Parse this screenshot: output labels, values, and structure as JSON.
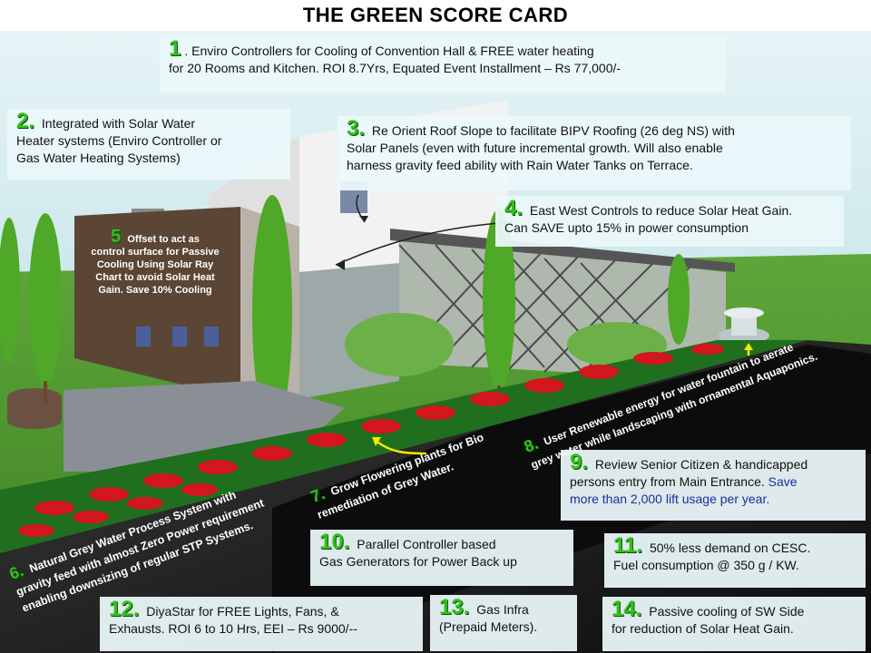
{
  "title": "THE GREEN SCORE CARD",
  "callouts": [
    {
      "num": "1",
      "sep": ".",
      "l1": "Enviro Controllers for Cooling of Convention Hall & FREE water heating",
      "l2": "for 20 Rooms and Kitchen. ROI 8.7Yrs, Equated Event Installment – Rs 77,000/-"
    },
    {
      "num": "2.",
      "l1": "Integrated with Solar Water",
      "l2": "Heater systems  (Enviro Controller or",
      "l3": "Gas Water Heating Systems)"
    },
    {
      "num": "3.",
      "l1": "Re Orient Roof Slope to facilitate BIPV Roofing (26 deg NS) with",
      "l2": "Solar Panels (even with future incremental growth.  Will also enable",
      "l3": "harness gravity feed ability with Rain Water Tanks on Terrace."
    },
    {
      "num": "4.",
      "l1": "East West  Controls to reduce Solar Heat Gain.",
      "l2": "Can SAVE upto 15% in power consumption"
    },
    {
      "num": "5",
      "l1": "Offset to act as",
      "l2": "control surface for Passive",
      "l3": "Cooling Using Solar Ray",
      "l4": "Chart to avoid Solar Heat",
      "l5": "Gain.  Save 10% Cooling"
    },
    {
      "num": "6.",
      "l1": "Natural  Grey Water  Process System  with",
      "l2": "gravity feed with almost Zero Power requirement",
      "l3": "enabling downsizing  of  regular STP Systems."
    },
    {
      "num": "7.",
      "l1": "Grow Flowering plants for Bio",
      "l2": "remediation of Grey Water."
    },
    {
      "num": "8.",
      "l1": "User Renewable energy for water fountain to aerate",
      "l2": "grey water while  landscaping with ornamental Aquaponics."
    },
    {
      "num": "9.",
      "l1": "Review Senior Citizen & handicapped",
      "l2": "persons entry from Main Entrance.",
      "l2b": "Save",
      "l3": "more than 2,000 lift usage per year."
    },
    {
      "num": "10.",
      "l1": "Parallel Controller based",
      "l2": "Gas Generators for Power Back up"
    },
    {
      "num": "11.",
      "l1": "50% less demand on  CESC.",
      "l2": "Fuel consumption @ 350 g / KW."
    },
    {
      "num": "12.",
      "l1": "DiyaStar for FREE Lights, Fans, &",
      "l2": "Exhausts.  ROI 6 to 10 Hrs, EEI – Rs 9000/--"
    },
    {
      "num": "13.",
      "l1": "Gas Infra",
      "l2": "(Prepaid Meters)."
    },
    {
      "num": "14.",
      "l1": "Passive cooling of SW Side",
      "l2": "for reduction of Solar Heat Gain."
    }
  ],
  "colors": {
    "number_green": "#2fc21b",
    "highlight_blue": "#1a2f9c",
    "callout_bg": "#ebf8fa",
    "ground": "#4f9a2e",
    "road": "#1a1a1a",
    "building": "#5b4636",
    "sky": "#dff2f4"
  }
}
